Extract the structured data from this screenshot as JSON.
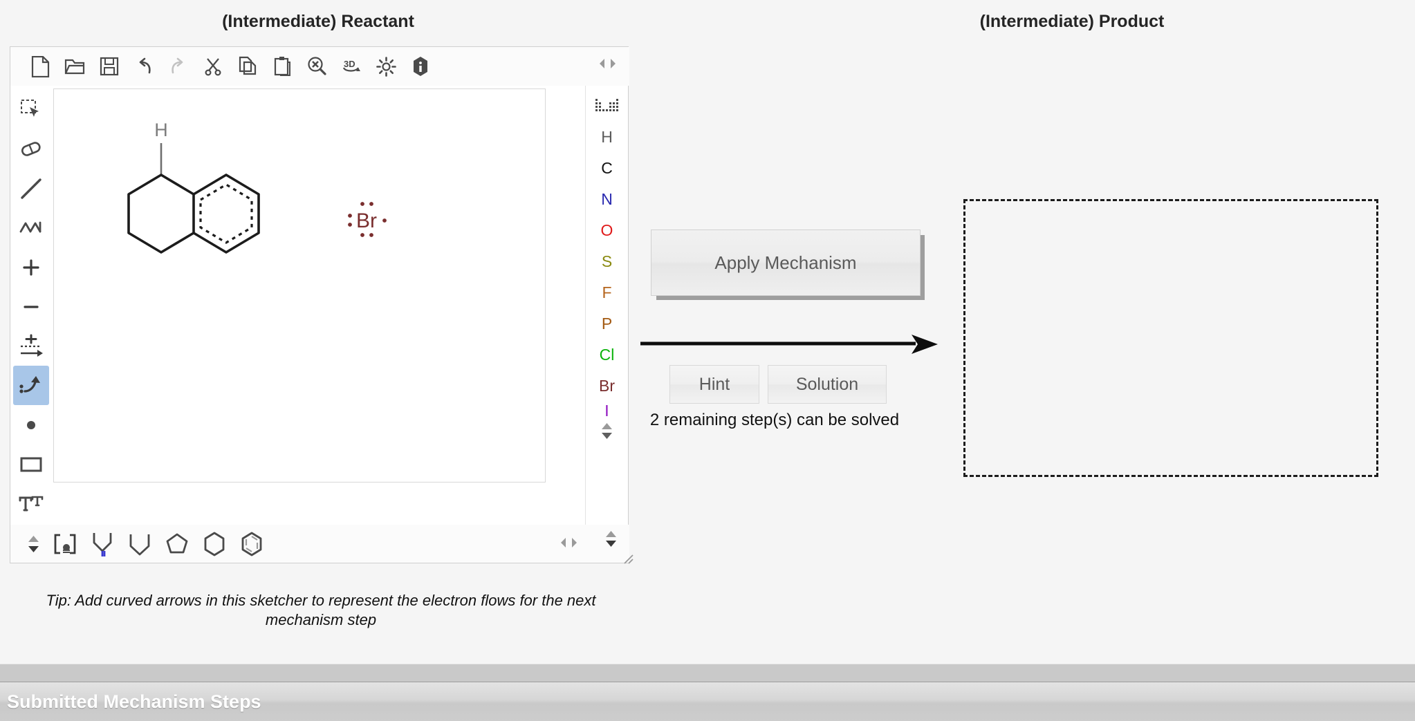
{
  "panels": {
    "reactant_title": "(Intermediate) Reactant",
    "product_title": "(Intermediate) Product"
  },
  "sketcher": {
    "toolbar": [
      {
        "name": "new-file-icon",
        "label": "New"
      },
      {
        "name": "open-folder-icon",
        "label": "Open"
      },
      {
        "name": "save-icon",
        "label": "Save"
      },
      {
        "name": "undo-icon",
        "label": "Undo"
      },
      {
        "name": "redo-icon",
        "label": "Redo"
      },
      {
        "name": "cut-icon",
        "label": "Cut"
      },
      {
        "name": "copy-icon",
        "label": "Copy"
      },
      {
        "name": "paste-icon",
        "label": "Paste"
      },
      {
        "name": "zoom-reset-icon",
        "label": "Reset Zoom"
      },
      {
        "name": "three-d-icon",
        "label": "3D"
      },
      {
        "name": "settings-gear-icon",
        "label": "Settings"
      },
      {
        "name": "info-icon",
        "label": "Info"
      }
    ],
    "tools": [
      {
        "name": "select-tool",
        "label": "Select",
        "selected": false
      },
      {
        "name": "eraser-tool",
        "label": "Erase",
        "selected": false
      },
      {
        "name": "bond-tool",
        "label": "Bond",
        "selected": false
      },
      {
        "name": "chain-tool",
        "label": "Chain",
        "selected": false
      },
      {
        "name": "plus-charge-tool",
        "label": "+",
        "selected": false
      },
      {
        "name": "minus-charge-tool",
        "label": "-",
        "selected": false
      },
      {
        "name": "reaction-arrow-tool",
        "label": "Reaction Arrow",
        "selected": false
      },
      {
        "name": "curved-arrow-tool",
        "label": "Curved Arrow",
        "selected": true
      },
      {
        "name": "radical-dot-tool",
        "label": "Radical",
        "selected": false
      },
      {
        "name": "rectangle-tool",
        "label": "Rectangle",
        "selected": false
      },
      {
        "name": "text-tool",
        "label": "Text",
        "selected": false
      }
    ],
    "elements": [
      {
        "symbol": "H",
        "color": "#5a5a5a"
      },
      {
        "symbol": "C",
        "color": "#111111"
      },
      {
        "symbol": "N",
        "color": "#2a2ab0"
      },
      {
        "symbol": "O",
        "color": "#e01b1b"
      },
      {
        "symbol": "S",
        "color": "#8a8a10"
      },
      {
        "symbol": "F",
        "color": "#b5651d"
      },
      {
        "symbol": "P",
        "color": "#a35a12"
      },
      {
        "symbol": "Cl",
        "color": "#0bb30b"
      },
      {
        "symbol": "Br",
        "color": "#7a2e2e"
      },
      {
        "symbol": "I",
        "color": "#8e0fbf"
      }
    ],
    "rings": [
      {
        "name": "bracket-tool",
        "label": "Brackets"
      },
      {
        "name": "ring-3-tool",
        "label": "Cyclopropane"
      },
      {
        "name": "ring-4-tool",
        "label": "Cyclobutane"
      },
      {
        "name": "ring-5-tool",
        "label": "Cyclopentane"
      },
      {
        "name": "ring-6-tool",
        "label": "Cyclohexane"
      },
      {
        "name": "benzene-tool",
        "label": "Benzene"
      }
    ],
    "structure": {
      "hydrogen_label": "H",
      "bromine_label": "Br",
      "bromine_color": "#7a2e2e"
    }
  },
  "tip": "Tip: Add curved arrows in this sketcher to represent the electron flows for the next mechanism step",
  "controls": {
    "apply_label": "Apply Mechanism",
    "hint_label": "Hint",
    "solution_label": "Solution",
    "status": "2 remaining step(s) can be solved"
  },
  "footer": {
    "submitted_label": "Submitted Mechanism Steps"
  }
}
